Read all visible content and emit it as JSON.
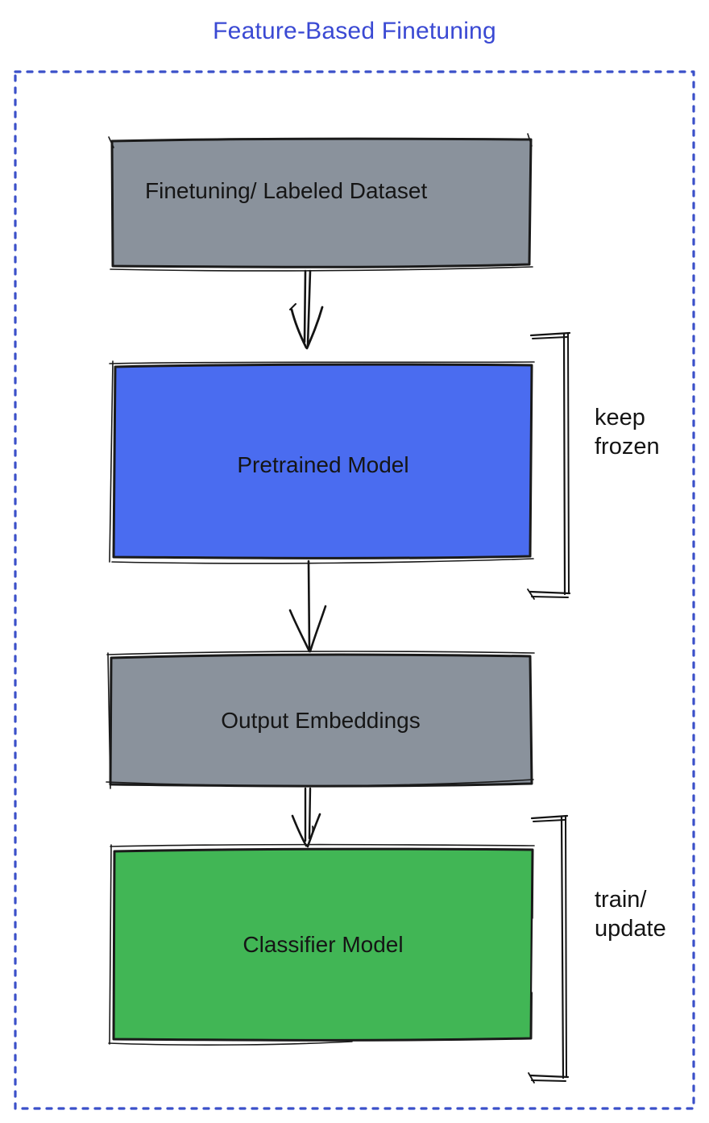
{
  "title": "Feature-Based Finetuning",
  "colors": {
    "title": "#3a49d3",
    "boundary": "#3b50c9",
    "ink": "#1a1a1a",
    "gray_fill": "#8a929c",
    "blue_fill": "#4a6cf0",
    "green_fill": "#41b655"
  },
  "nodes": [
    {
      "id": "finetuning-dataset",
      "label": "Finetuning/ Labeled Dataset",
      "fill": "#8a929c"
    },
    {
      "id": "pretrained-model",
      "label": "Pretrained Model",
      "fill": "#4a6cf0"
    },
    {
      "id": "output-embeddings",
      "label": "Output Embeddings",
      "fill": "#8a929c"
    },
    {
      "id": "classifier-model",
      "label": "Classifier Model",
      "fill": "#41b655"
    }
  ],
  "annotations": [
    {
      "id": "keep-frozen",
      "label": "keep frozen",
      "applies_to": "pretrained-model"
    },
    {
      "id": "train-update",
      "label": "train/ update",
      "applies_to": "classifier-model"
    }
  ],
  "edges": [
    {
      "from": "finetuning-dataset",
      "to": "pretrained-model"
    },
    {
      "from": "pretrained-model",
      "to": "output-embeddings"
    },
    {
      "from": "output-embeddings",
      "to": "classifier-model"
    }
  ]
}
